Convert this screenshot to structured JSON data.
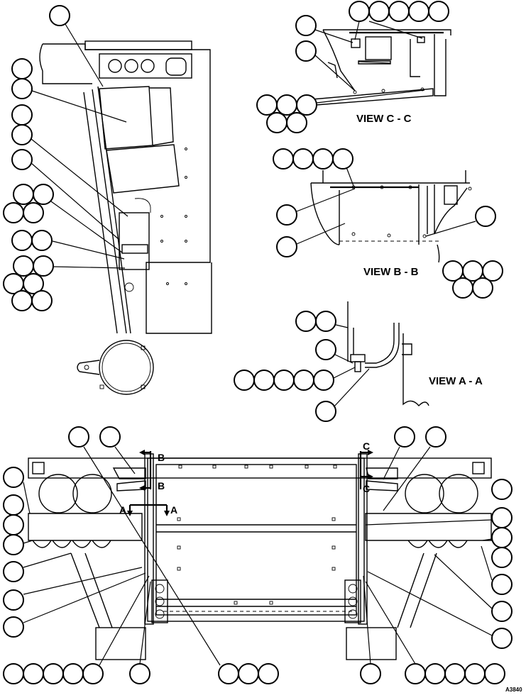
{
  "views": {
    "view_c": "VIEW C - C",
    "view_b": "VIEW B - B",
    "view_a": "VIEW A - A"
  },
  "section_markers": {
    "b_upper": "B",
    "b_lower": "B",
    "c_upper": "C",
    "c_lower": "C",
    "a_left": "A",
    "a_right": "A"
  },
  "figure_id": "A3840",
  "callout_style": "blank numbered bubbles (no numbers printed)"
}
